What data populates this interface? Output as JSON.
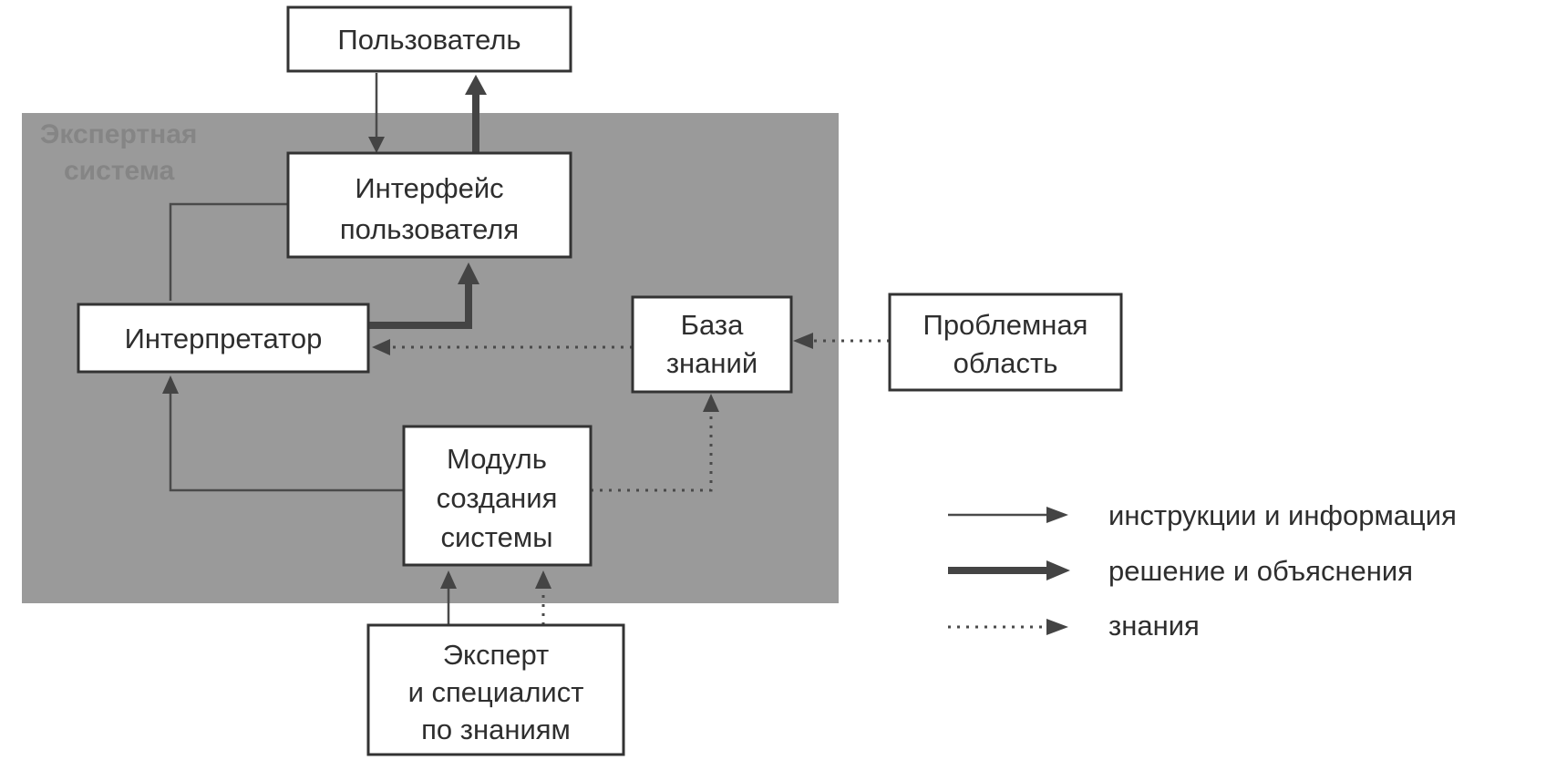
{
  "region": {
    "label_lines": [
      "Экспертная",
      "система"
    ]
  },
  "nodes": {
    "user": {
      "lines": [
        "Пользователь"
      ]
    },
    "user_interface": {
      "lines": [
        "Интерфейс",
        "пользователя"
      ]
    },
    "interpreter": {
      "lines": [
        "Интерпретатор"
      ]
    },
    "knowledge_base": {
      "lines": [
        "База",
        "знаний"
      ]
    },
    "problem_domain": {
      "lines": [
        "Проблемная",
        "область"
      ]
    },
    "builder_module": {
      "lines": [
        "Модуль",
        "создания",
        "системы"
      ]
    },
    "expert": {
      "lines": [
        "Эксперт",
        "и специалист",
        "по знаниям"
      ]
    }
  },
  "legend": [
    {
      "style": "thin",
      "label": "инструкции и информация"
    },
    {
      "style": "thick",
      "label": "решение и объяснения"
    },
    {
      "style": "dotted",
      "label": "знания"
    }
  ],
  "colors": {
    "region_fill": "#9a9a9a",
    "line": "#444444",
    "box_fill": "#ffffff"
  }
}
